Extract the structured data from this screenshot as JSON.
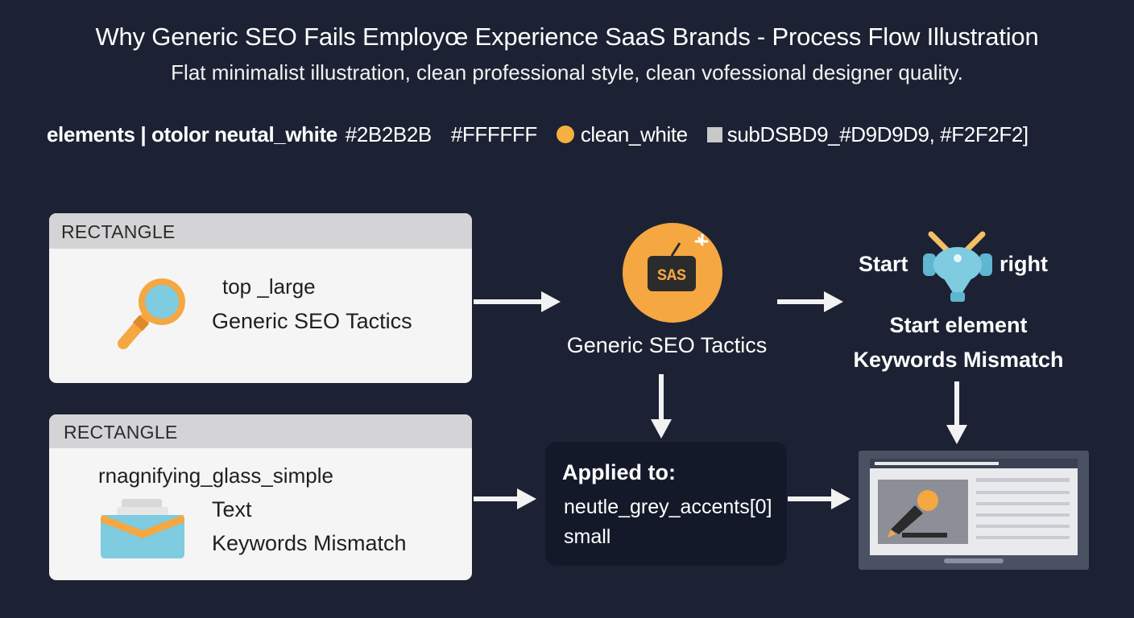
{
  "header": {
    "title": "Why Generic SEO Fails Employœ Experience SaaS Brands - Process Flow Illustration",
    "subtitle": "Flat minimalist illustration, clean professional style, clean vofessional designer quality."
  },
  "legend": {
    "lead": "elements | otolor neutal_white",
    "hex1": "#2B2B2B",
    "hex2": "#FFFFFF",
    "item1": "clean_white",
    "item2": "subDSBD9_#D9D9D9, #F2F2F2]",
    "dot_color": "#f5b041",
    "square_color": "#c8c8c8"
  },
  "card_top": {
    "header": "RECTANGLE",
    "line1": "top _large",
    "line2": "Generic SEO Tactics",
    "icon": "magnifying-glass-icon"
  },
  "card_bottom": {
    "header": "RECTANGLE",
    "line1": "rnagnifying_glass_simple",
    "line2": "Text",
    "line3": "Keywords Mismatch",
    "icon": "envelope-icon"
  },
  "saas_node": {
    "badge": "SAS",
    "label": "Generic SEO Tactics",
    "icon": "saas-tag-icon"
  },
  "robot_node": {
    "left": "Start",
    "right": "right",
    "label1": "Start element",
    "label2": "Keywords Mismatch",
    "icon": "robot-icon"
  },
  "applied_box": {
    "title": "Applied to:",
    "line1": "neutle_grey_accents[0]",
    "line2": "small"
  },
  "screen_node": {
    "icon": "laptop-screen-icon"
  },
  "colors": {
    "background": "#1c2233",
    "orange": "#f5a742",
    "light_blue": "#7fcbe0",
    "card": "#f5f5f5",
    "card_header": "#d4d4d6"
  }
}
